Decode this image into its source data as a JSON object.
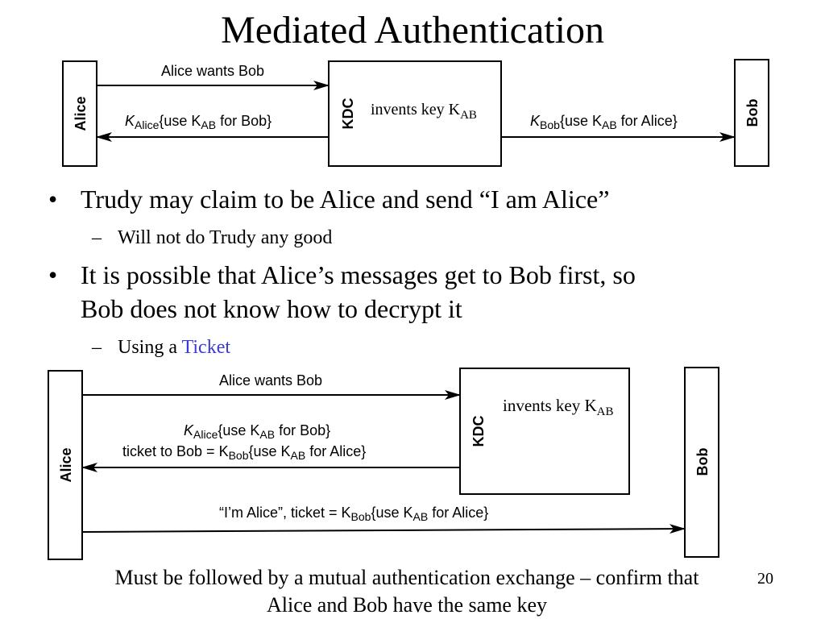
{
  "title": "Mediated Authentication",
  "diagram1": {
    "alice": "Alice",
    "kdc": "KDC",
    "bob": "Bob",
    "msg_request": "Alice wants Bob",
    "kdc_action": "invents key K",
    "kdc_action_sub": "AB",
    "msg_to_alice": {
      "k": "K",
      "sub": "Alice",
      "rest1": "{use K",
      "sub2": "AB",
      "rest2": " for Bob}"
    },
    "msg_to_bob": {
      "k": "K",
      "sub": "Bob",
      "rest1": "{use K",
      "sub2": "AB",
      "rest2": " for Alice}"
    }
  },
  "bullets": [
    {
      "text": "Trudy may claim to be Alice and send “I am Alice”",
      "sub": "Will not do Trudy any good"
    },
    {
      "text_line1": "It is possible that Alice’s messages get to Bob first, so",
      "text_line2": "Bob does not  know how to decrypt it",
      "sub_prefix": "Using a ",
      "sub_link": "Ticket"
    }
  ],
  "diagram2": {
    "alice": "Alice",
    "kdc": "KDC",
    "bob": "Bob",
    "msg_request": "Alice wants Bob",
    "kdc_action": "invents key K",
    "kdc_action_sub": "AB",
    "reply_line1": {
      "k": "K",
      "sub": "Alice",
      "rest1": "{use K",
      "sub2": "AB",
      "rest2": " for Bob}"
    },
    "reply_line2": {
      "prefix": "ticket to Bob = K",
      "sub": "Bob",
      "rest1": "{use K",
      "sub2": "AB",
      "rest2": " for Alice}"
    },
    "to_bob": {
      "prefix": "“I’m Alice”, ticket = K",
      "sub": "Bob",
      "rest1": "{use K",
      "sub2": "AB",
      "rest2": " for Alice}"
    }
  },
  "footnote_line1": "Must be followed by a mutual authentication exchange – confirm that",
  "footnote_line2": "Alice and Bob have the same key",
  "page_number": "20"
}
